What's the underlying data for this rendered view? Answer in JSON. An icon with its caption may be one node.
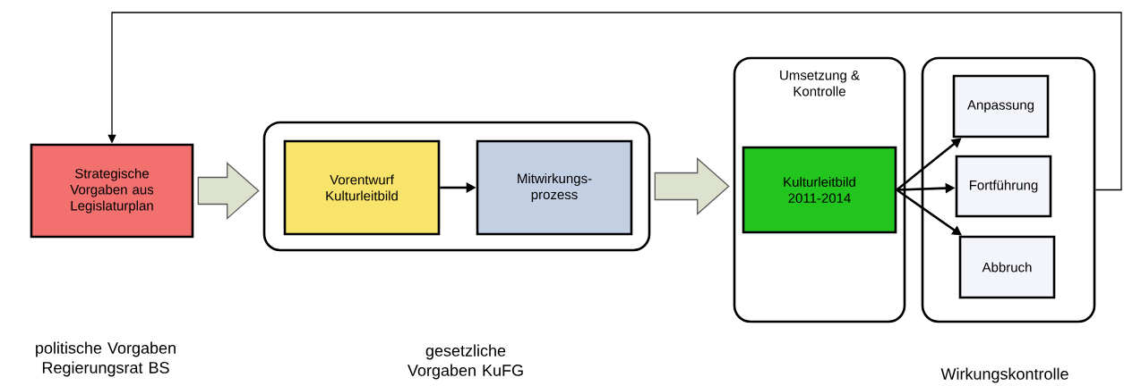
{
  "diagram": {
    "nodes": [
      {
        "text": [
          "Strategische Vorgaben aus Legislaturplan"
        ]
      },
      {
        "text": [],
        "shape": "box"
      },
      {
        "text": [
          "Vorentwurf Kulturleitbild"
        ],
        "in": 1
      },
      {
        "text": [
          "Mitwirkungs- prozess"
        ],
        "in": 1
      },
      {
        "text": [
          "Umsetzung & Kontrolle"
        ]
      },
      {
        "text": [
          "Kulturleitbild 2011-2014"
        ],
        "in": 4
      },
      {
        "text": [],
        "shape": "box"
      },
      {
        "text": [
          "Anpassung"
        ],
        "in": 6
      },
      {
        "text": [
          "Fortführung"
        ],
        "in": 6
      },
      {
        "text": [
          "Abbruch"
        ],
        "in": 6
      }
    ],
    "edges": [
      {
        "from": 0,
        "to": 1,
        "arrow": "to",
        "style": "thick"
      },
      {
        "from": 2,
        "to": 3,
        "arrow": "to"
      },
      {
        "from": 1,
        "to": 4,
        "arrow": "to",
        "style": "thick"
      },
      {
        "from": 5,
        "to": 7,
        "arrow": "to"
      },
      {
        "from": 5,
        "to": 8,
        "arrow": "to"
      },
      {
        "from": 5,
        "to": 9,
        "arrow": "to"
      },
      {
        "from": 6,
        "to": 0,
        "arrow": "to"
      }
    ],
    "labels": [
      "politische Vorgaben Regierungsrat BS",
      "gesetzliche Vorgaben KuFG",
      "Wirkungskontrolle"
    ]
  }
}
